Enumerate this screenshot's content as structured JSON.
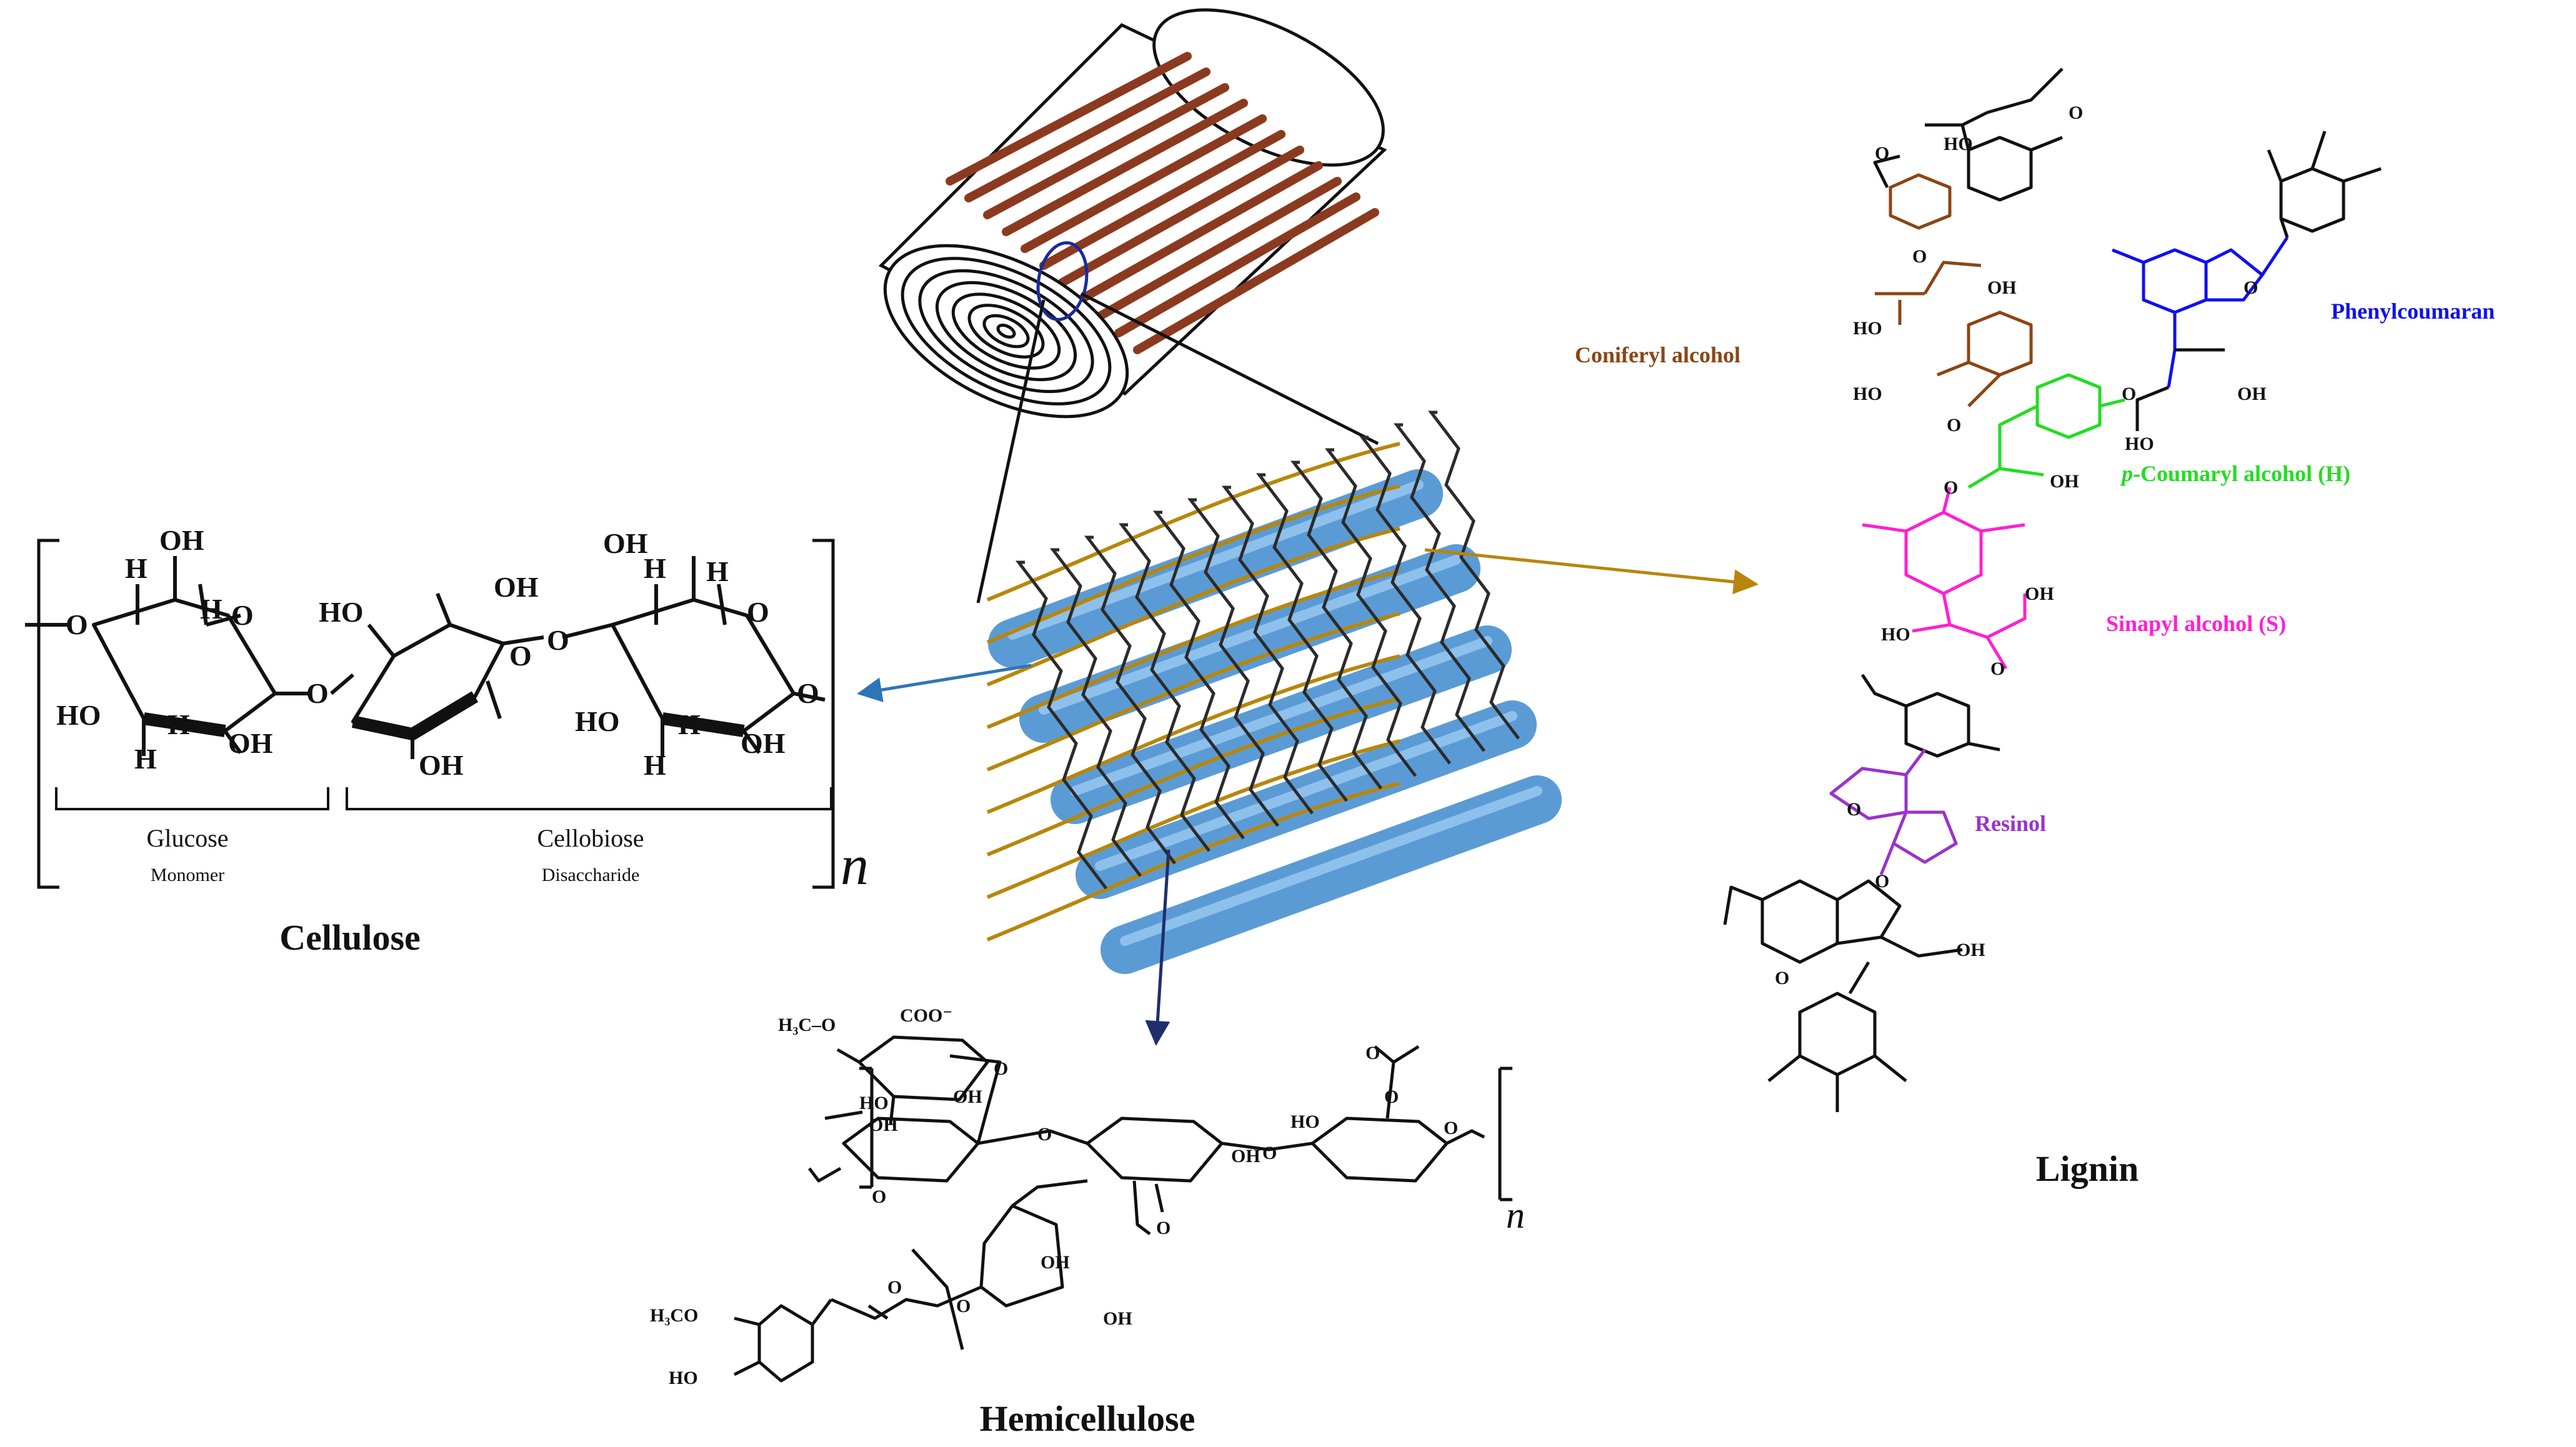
{
  "colors": {
    "wood": "#8b3a1f",
    "cellulose_fiber": "#5b9bd5",
    "hemicellulose_strand": "#b8860b",
    "lignin_network": "#2b2b2b",
    "coniferyl": "#8b4513",
    "p_coumaryl": "#22dd22",
    "sinapyl": "#ff1fd2",
    "resinol": "#9a32cd",
    "phenylcoumaran": "#1010ee",
    "arrow_lignin": "#b8860b",
    "arrow_cellulose": "#2e75b6",
    "arrow_hemicellulose": "#1f2f6b"
  },
  "cellulose": {
    "title": "Cellulose",
    "glucose_label": "Glucose",
    "glucose_sub": "Monomer",
    "cellobiose_label": "Cellobiose",
    "cellobiose_sub": "Disaccharide",
    "repeat": "n",
    "atoms": {
      "O": "O",
      "OH": "OH",
      "HO": "HO",
      "H": "H"
    }
  },
  "hemicellulose": {
    "title": "Hemicellulose",
    "repeat": "n",
    "labels": {
      "coo": "COO⁻",
      "h3co_top": "H₃C–O",
      "h3co_bottom": "H₃CO",
      "oh": "OH",
      "ho": "HO",
      "o": "O"
    }
  },
  "lignin": {
    "title": "Lignin",
    "coniferyl": "Coniferyl alcohol",
    "phenylcoumaran": "Phenylcoumaran",
    "p_coumaryl_italic": "p",
    "p_coumaryl_rest": "-Coumaryl alcohol (H)",
    "sinapyl": "Sinapyl alcohol (S)",
    "resinol": "Resinol",
    "atoms": {
      "O": "O",
      "OH": "OH",
      "HO": "HO"
    }
  }
}
